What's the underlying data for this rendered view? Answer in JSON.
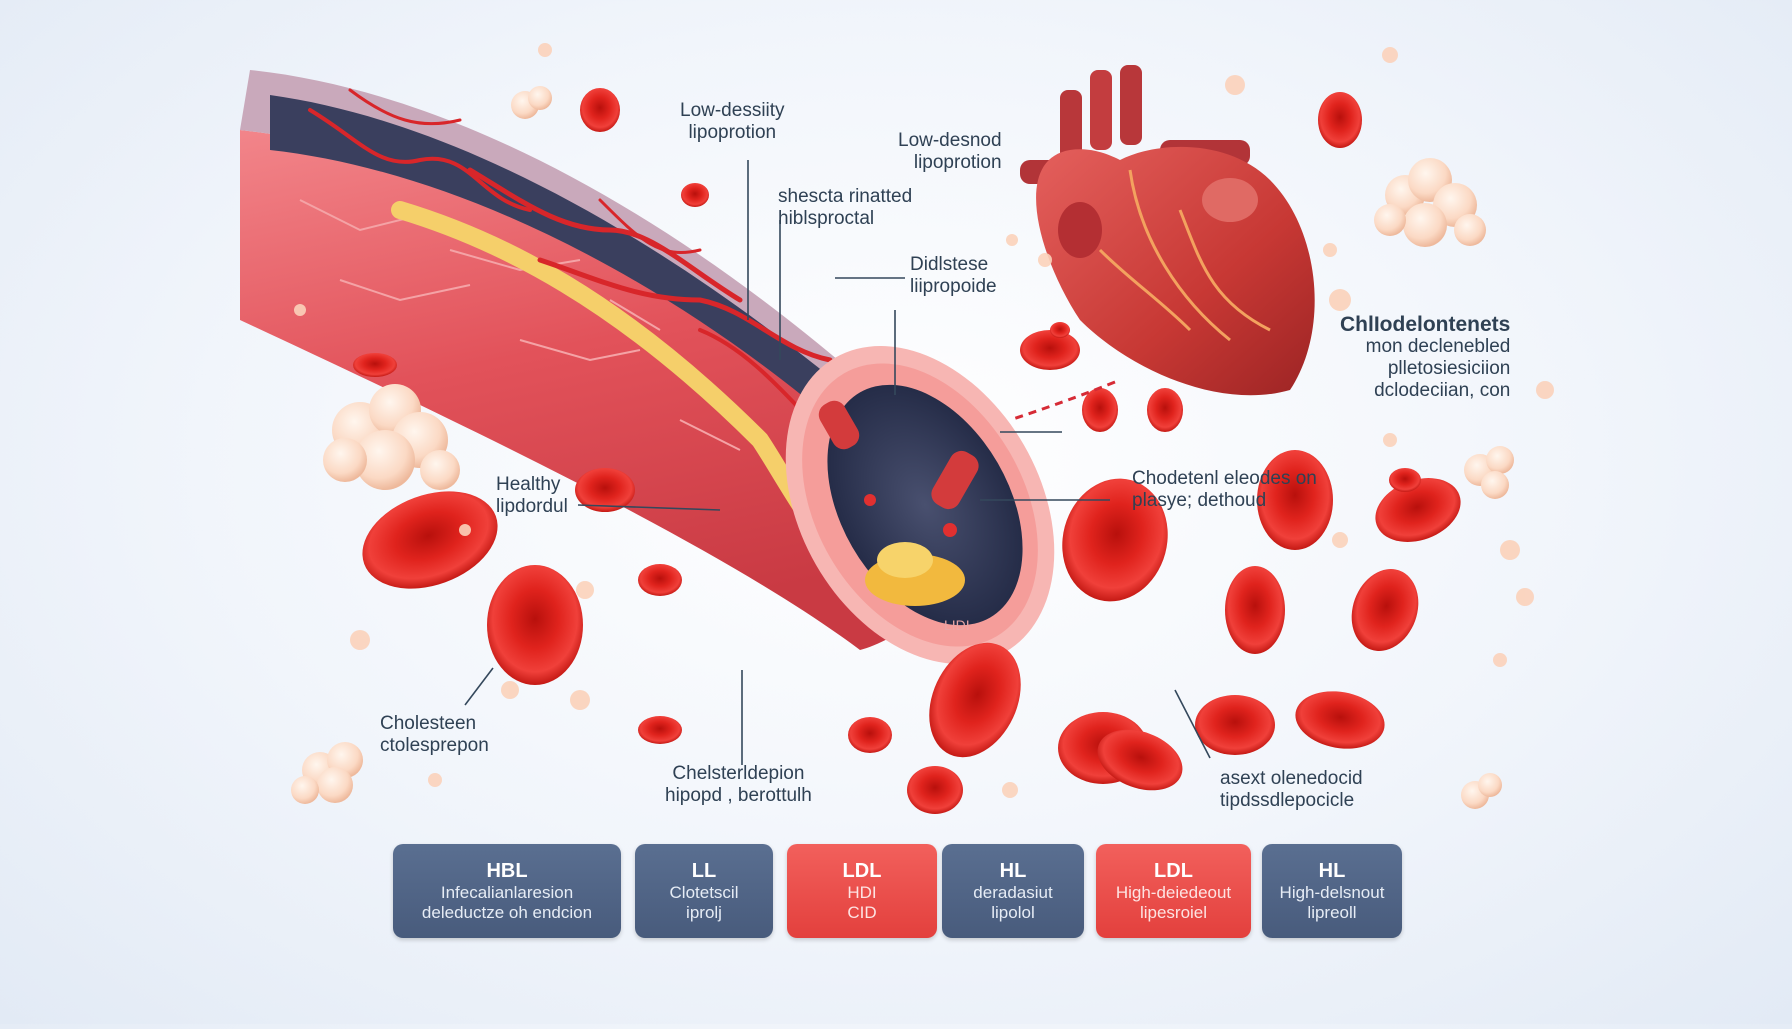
{
  "labels": {
    "ldl_top": [
      "Low-dessiity",
      "lipoprotion"
    ],
    "shesct": [
      "shescta rinatted",
      "hiblsproctal"
    ],
    "ldl_heart": [
      "Low-desnod",
      "lipoprotion"
    ],
    "didlstese": [
      "Didlstese",
      "liipropoide"
    ],
    "chl_right": [
      "ChlIodelontenets",
      "mon declenebled",
      "plletosiesiciion",
      "dclodeciian, con"
    ],
    "healthy": [
      "Healthy",
      "lipdordul"
    ],
    "chodetenl": [
      "Chodetenl eleodes on",
      "plasye; dethoud"
    ],
    "cholesteen": [
      "Cholesteen",
      "ctolesprepon"
    ],
    "chelsterl": [
      "Chelsterldepion",
      "hipopd , berottulh"
    ],
    "asext": [
      "asext olenedocid",
      "tipdssdlepocicle"
    ],
    "vessel_ldl": "LIDI"
  },
  "legend": [
    {
      "code": "HBL",
      "line1": "Infecalianlaresion",
      "line2": "deleductze oh endcion",
      "color": "#506584"
    },
    {
      "code": "LL",
      "line1": "Clotetscil",
      "line2": "iprolj",
      "color": "#506584"
    },
    {
      "code": "LDL",
      "line1": "HDI",
      "line2": "CID",
      "color": "#eb4d4a"
    },
    {
      "code": "HL",
      "line1": "deradasiut",
      "line2": "lipolol",
      "color": "#506584"
    },
    {
      "code": "LDL",
      "line1": "High-deiedeout",
      "line2": "lipesroiel",
      "color": "#eb4d4a"
    },
    {
      "code": "HL",
      "line1": "High-delsnout",
      "line2": "lipreoll",
      "color": "#506584"
    }
  ],
  "colors": {
    "blood_cell": "#d9231e",
    "vessel": "#e4535a",
    "plaque": "#f1c25a",
    "cholesterol": "#fbd8c0",
    "heart": "#c8383a",
    "text": "#2f4154"
  }
}
